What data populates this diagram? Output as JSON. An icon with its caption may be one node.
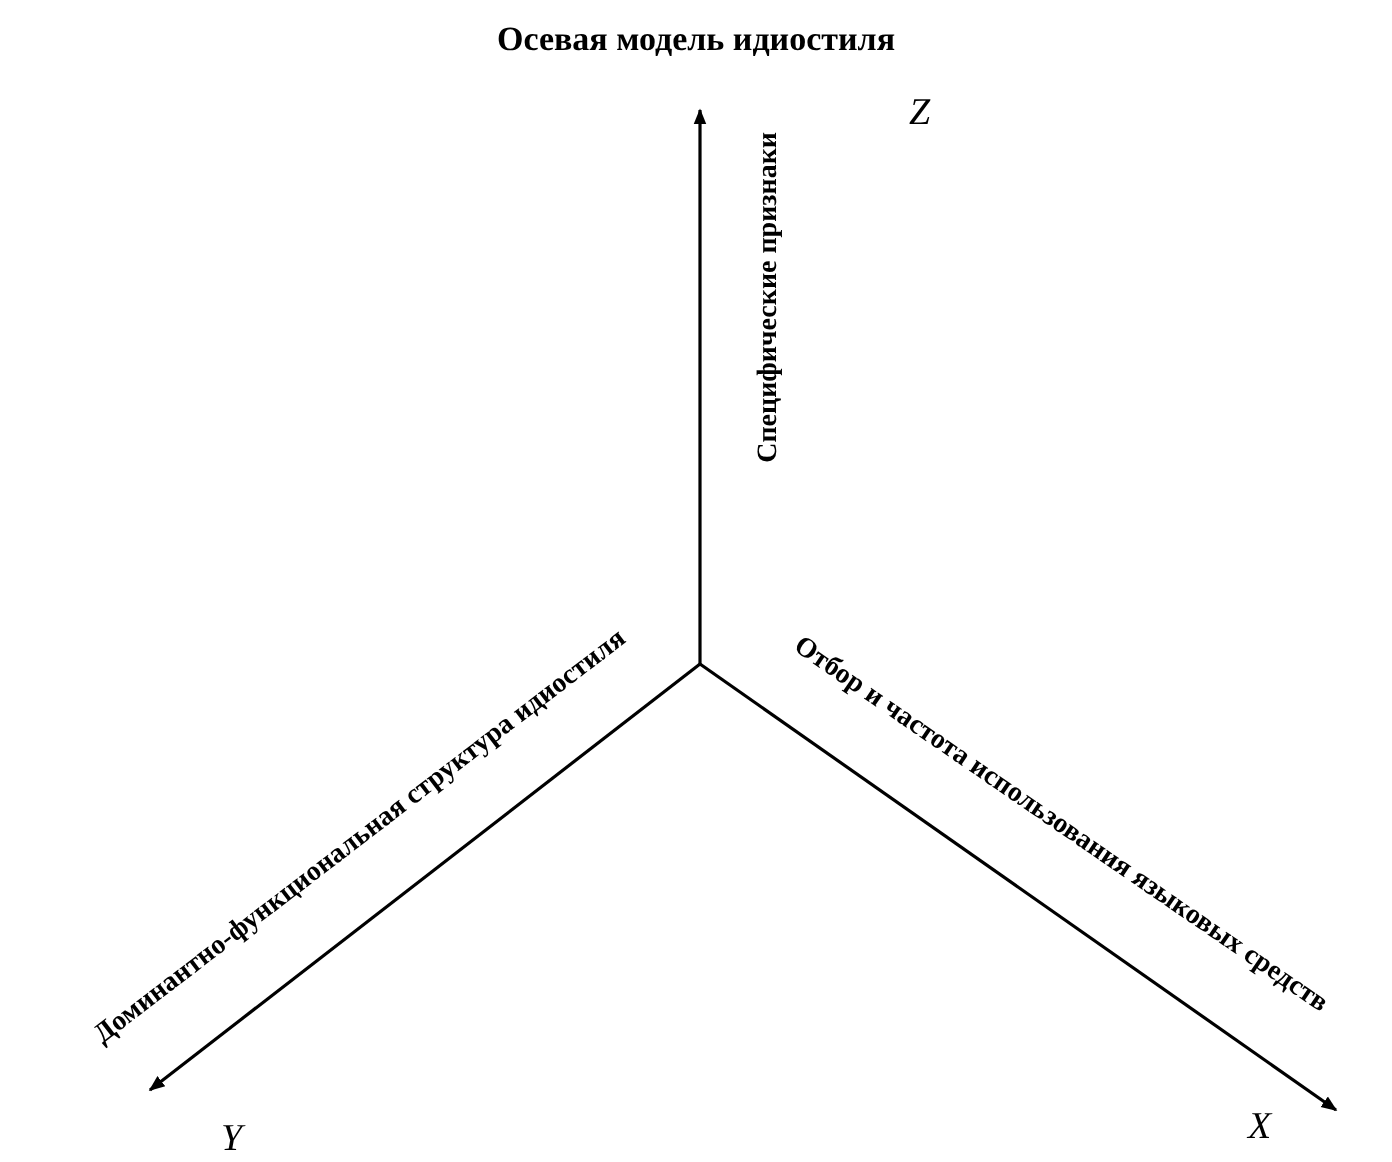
{
  "diagram": {
    "title": "Осевая модель идиостиля",
    "labels": [
      "Специфические признаки",
      "Z",
      "Доминантно-функциональная структура идиостиля",
      "Отбор и частота использования языковых средств",
      "X",
      "Y"
    ]
  }
}
